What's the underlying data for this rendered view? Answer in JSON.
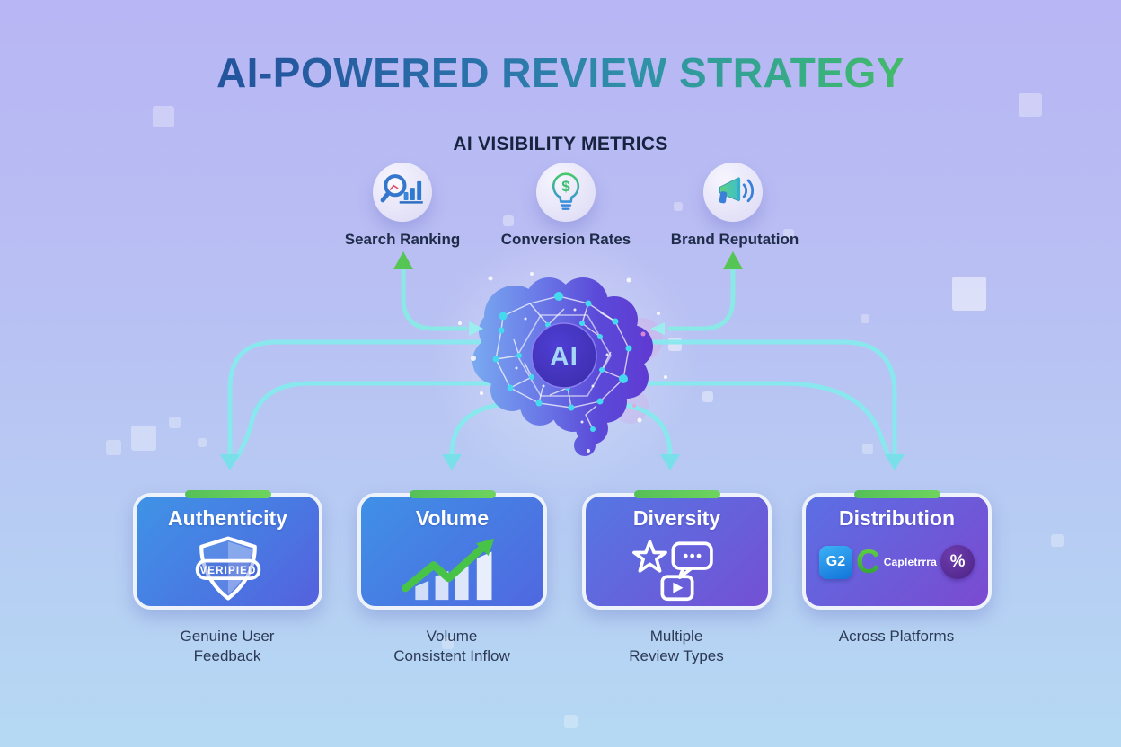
{
  "title": "AI-POWERED REVIEW STRATEGY",
  "metrics_section": {
    "heading": "AI VISIBILITY METRICS",
    "items": [
      {
        "label": "Search Ranking",
        "icon": "search-ranking-icon"
      },
      {
        "label": "Conversion Rates",
        "icon": "lightbulb-dollar-icon",
        "icon_glyph": "$"
      },
      {
        "label": "Brand Reputation",
        "icon": "megaphone-icon"
      }
    ]
  },
  "brain": {
    "label": "AI"
  },
  "cards": [
    {
      "title": "Authenticity",
      "icon": "verified-shield-icon",
      "badge_text": "VERIPIED",
      "caption_line1": "Genuine User",
      "caption_line2": "Feedback"
    },
    {
      "title": "Volume",
      "icon": "growth-chart-icon",
      "caption_line1": "Volume",
      "caption_line2": "Consistent Inflow"
    },
    {
      "title": "Diversity",
      "icon": "review-types-icons",
      "caption_line1": "Multiple",
      "caption_line2": "Review Types"
    },
    {
      "title": "Distribution",
      "icon": "platform-logos",
      "logos": [
        {
          "label": "G2"
        },
        {
          "letter": "C",
          "label": "Capletrrra"
        },
        {
          "label": "%"
        }
      ],
      "caption_line1": "Across Platforms",
      "caption_line2": ""
    }
  ],
  "colors": {
    "background_top": "#b8b6f4",
    "background_bottom": "#b5d9f3",
    "accent_green": "#5ecb5a",
    "connector_cyan": "#87e9ee",
    "card_blue": "#3f90e6",
    "card_purple": "#7b4ad0",
    "title_gradient_start": "#1d4694",
    "title_gradient_end": "#57cb4e",
    "heading_navy": "#16243f"
  }
}
